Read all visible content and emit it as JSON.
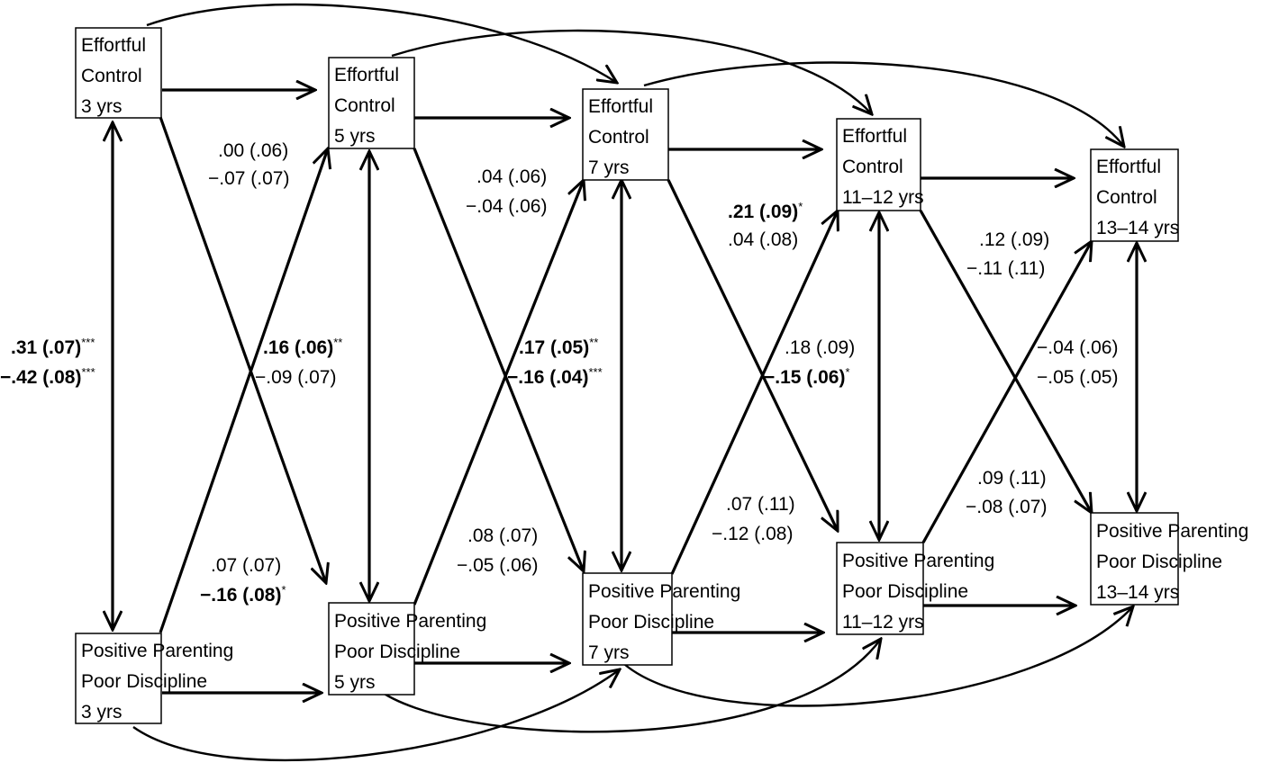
{
  "nodes": {
    "ec3": [
      "Effortful",
      "Control",
      "3 yrs"
    ],
    "ec5": [
      "Effortful",
      "Control",
      "5 yrs"
    ],
    "ec7": [
      "Effortful",
      "Control",
      "7 yrs"
    ],
    "ec11": [
      "Effortful",
      "Control",
      "11–12 yrs"
    ],
    "ec13": [
      "Effortful",
      "Control",
      "13–14 yrs"
    ],
    "pp3": [
      "Positive Parenting",
      "Poor Discipline",
      "3 yrs"
    ],
    "pp5": [
      "Positive Parenting",
      "Poor Discipline",
      "5 yrs"
    ],
    "pp7": [
      "Positive Parenting",
      "Poor Discipline",
      "7 yrs"
    ],
    "pp11": [
      "Positive Parenting",
      "Poor Discipline",
      "11–12 yrs"
    ],
    "pp13": [
      "Positive Parenting",
      "Poor Discipline",
      "13–14 yrs"
    ]
  },
  "coefficients": {
    "corr3_a": ".31 (.07)",
    "corr3_a_sig": "***",
    "corr3_b": "−.42 (.08)",
    "corr3_b_sig": "***",
    "ec3_pp5_a": ".00 (.06)",
    "ec3_pp5_b": "−.07 (.07)",
    "pp3_ec5_a": ".07 (.07)",
    "pp3_ec5_b": "−.16 (.08)",
    "pp3_ec5_b_sig": "*",
    "corr5_a": ".16 (.06)",
    "corr5_a_sig": "**",
    "corr5_b": "−.09 (.07)",
    "ec5_pp7_a": ".04 (.06)",
    "ec5_pp7_b": "−.04 (.06)",
    "pp5_ec7_a": ".08 (.07)",
    "pp5_ec7_b": "−.05 (.06)",
    "corr7_a": ".17 (.05)",
    "corr7_a_sig": "**",
    "corr7_b": "−.16 (.04)",
    "corr7_b_sig": "***",
    "ec7_pp11_a": ".21 (.09)",
    "ec7_pp11_a_sig": "*",
    "ec7_pp11_b": ".04 (.08)",
    "pp7_ec11_a": ".07 (.11)",
    "pp7_ec11_b": "−.12 (.08)",
    "corr11_a": ".18 (.09)",
    "corr11_b": "−.15 (.06)",
    "corr11_b_sig": "*",
    "ec11_pp13_a": ".12 (.09)",
    "ec11_pp13_b": "−.11 (.11)",
    "pp11_ec13_a": ".09 (.11)",
    "pp11_ec13_b": "−.08 (.07)",
    "corr13_a": "−.04 (.06)",
    "corr13_b": "−.05 (.05)"
  }
}
